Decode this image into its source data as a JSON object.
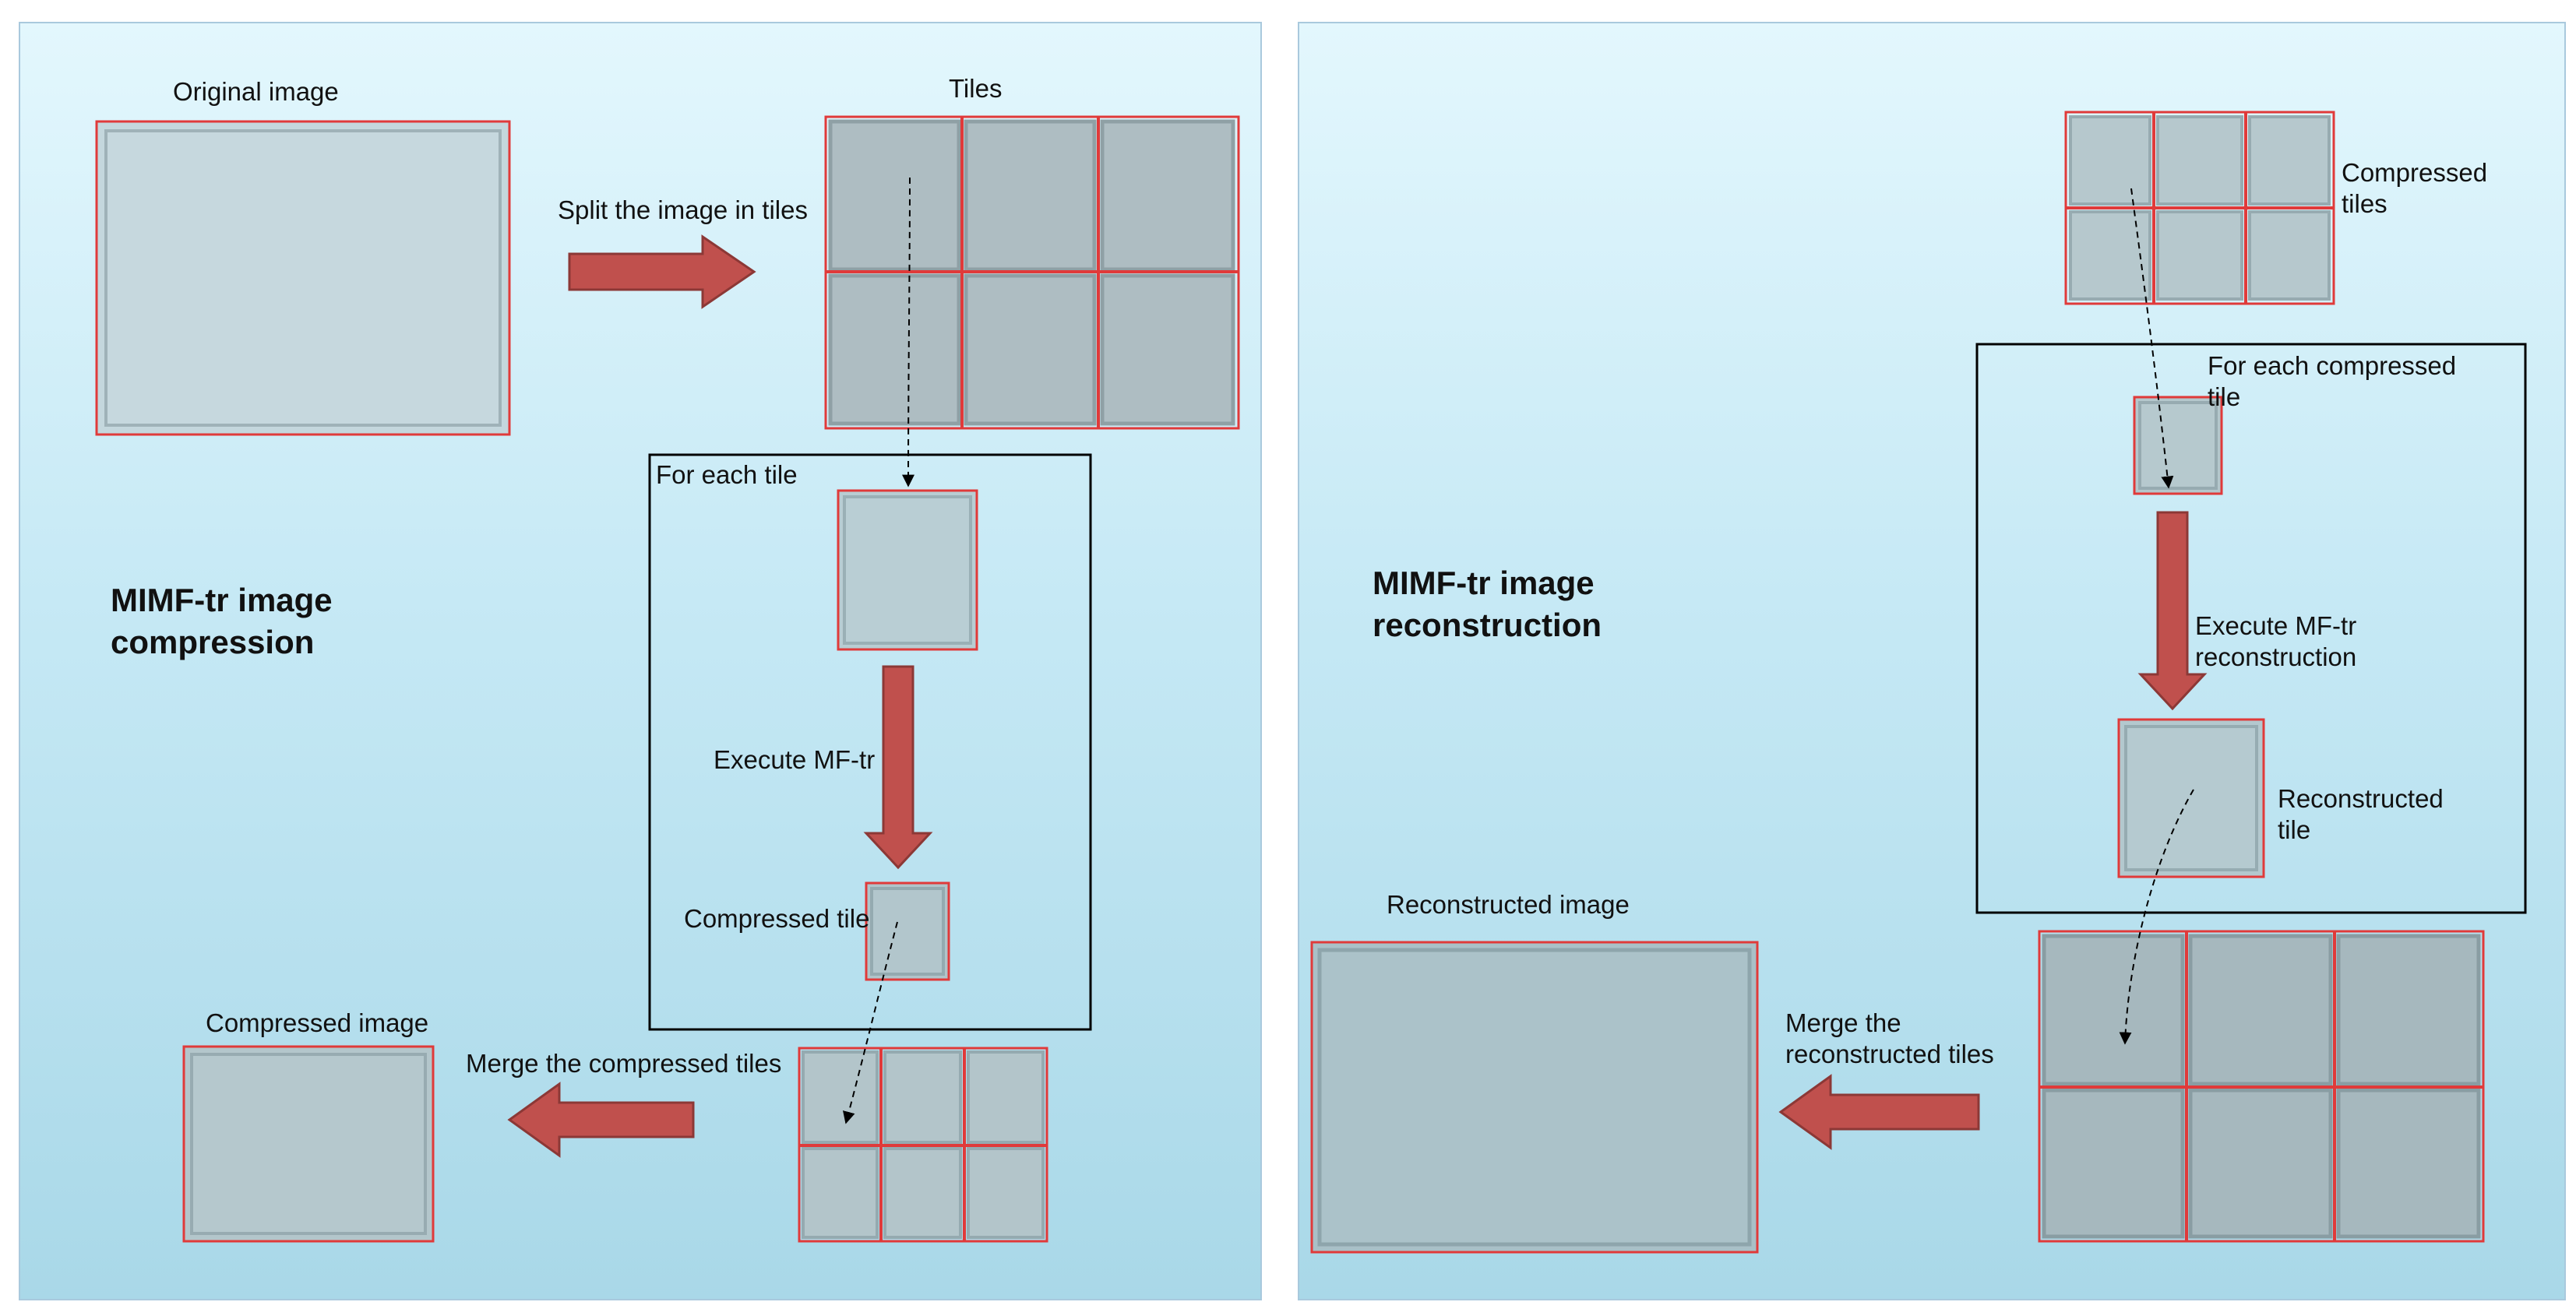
{
  "colors": {
    "panel_bg_top": "#e3f7fd",
    "panel_bg_bottom": "#a9d8e8",
    "tile_border": "#e03a3a",
    "tile_fill": "#b7c9cf",
    "arrow_fill": "#c0504d",
    "arrow_stroke": "#8c3836"
  },
  "compression": {
    "title_line1": "MIMF-tr image",
    "title_line2": "compression",
    "original_label": "Original image",
    "tiles_label": "Tiles",
    "split_label": "Split the image in tiles",
    "foreach_label": "For each tile",
    "execute_label": "Execute MF-tr",
    "compressed_tile_label": "Compressed tile",
    "merge_label": "Merge the compressed tiles",
    "compressed_image_label": "Compressed image"
  },
  "reconstruction": {
    "title_line1": "MIMF-tr image",
    "title_line2": "reconstruction",
    "compressed_tiles_line1": "Compressed",
    "compressed_tiles_line2": "tiles",
    "foreach_line1": "For each compressed",
    "foreach_line2": "tile",
    "execute_line1": "Execute MF-tr",
    "execute_line2": "reconstruction",
    "reconstructed_tile_line1": "Reconstructed",
    "reconstructed_tile_line2": "tile",
    "reconstructed_image_label": "Reconstructed image",
    "merge_line1": "Merge the",
    "merge_line2": "reconstructed tiles"
  }
}
